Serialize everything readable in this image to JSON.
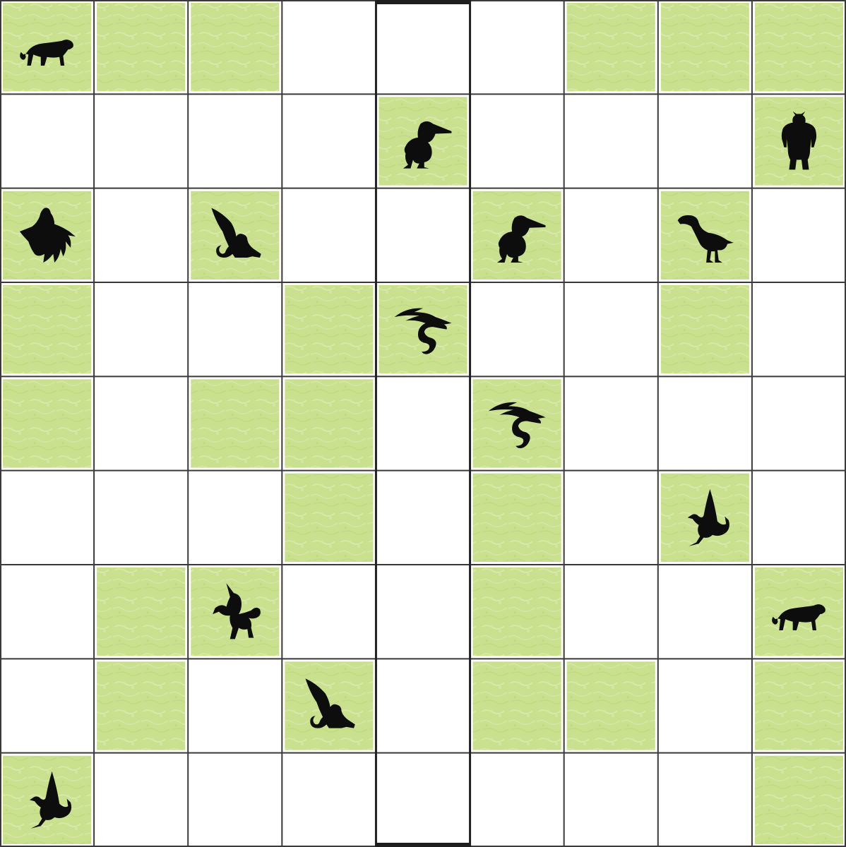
{
  "board": {
    "rows": 9,
    "cols": 9,
    "grass_color": "#c9e08f",
    "grass_light_color": "#dbeab0",
    "line_color": "#3a3a3a",
    "entry_column": 4,
    "cells": [
      [
        "grass",
        "grass",
        "grass",
        "empty",
        "empty",
        "empty",
        "grass",
        "grass",
        "grass"
      ],
      [
        "empty",
        "empty",
        "empty",
        "empty",
        "grass",
        "empty",
        "empty",
        "empty",
        "grass"
      ],
      [
        "grass",
        "empty",
        "grass",
        "empty",
        "empty",
        "grass",
        "empty",
        "grass",
        "empty"
      ],
      [
        "grass",
        "empty",
        "empty",
        "grass",
        "grass",
        "empty",
        "empty",
        "grass",
        "empty"
      ],
      [
        "grass",
        "empty",
        "grass",
        "grass",
        "empty",
        "grass",
        "empty",
        "empty",
        "empty"
      ],
      [
        "empty",
        "empty",
        "empty",
        "grass",
        "empty",
        "grass",
        "empty",
        "grass",
        "empty"
      ],
      [
        "empty",
        "grass",
        "grass",
        "empty",
        "empty",
        "grass",
        "empty",
        "empty",
        "grass"
      ],
      [
        "empty",
        "grass",
        "empty",
        "grass",
        "empty",
        "grass",
        "grass",
        "empty",
        "grass"
      ],
      [
        "grass",
        "empty",
        "empty",
        "empty",
        "empty",
        "empty",
        "empty",
        "empty",
        "grass"
      ]
    ],
    "creatures": [
      {
        "row": 0,
        "col": 0,
        "icon": "panther-icon"
      },
      {
        "row": 1,
        "col": 4,
        "icon": "goblin-icon"
      },
      {
        "row": 1,
        "col": 8,
        "icon": "troll-icon"
      },
      {
        "row": 2,
        "col": 0,
        "icon": "dementor-icon"
      },
      {
        "row": 2,
        "col": 2,
        "icon": "sphinx-icon"
      },
      {
        "row": 2,
        "col": 5,
        "icon": "goblin-icon"
      },
      {
        "row": 2,
        "col": 7,
        "icon": "dodo-bird-icon"
      },
      {
        "row": 3,
        "col": 4,
        "icon": "serpent-dragon-icon"
      },
      {
        "row": 4,
        "col": 5,
        "icon": "serpent-dragon-icon"
      },
      {
        "row": 5,
        "col": 7,
        "icon": "wyvern-icon"
      },
      {
        "row": 6,
        "col": 2,
        "icon": "unicorn-icon"
      },
      {
        "row": 6,
        "col": 8,
        "icon": "panther-icon"
      },
      {
        "row": 7,
        "col": 3,
        "icon": "sphinx-icon"
      },
      {
        "row": 8,
        "col": 0,
        "icon": "wyvern-icon"
      }
    ]
  }
}
